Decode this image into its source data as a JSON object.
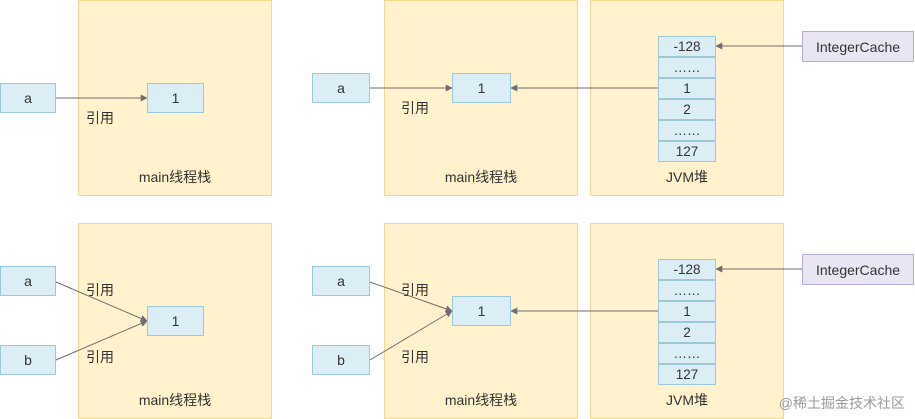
{
  "labels": {
    "stack": "main线程栈",
    "heap": "JVM堆",
    "ref": "引用",
    "cache": "IntegerCache",
    "var_a": "a",
    "var_b": "b",
    "value_one": "1"
  },
  "cache_cells": [
    "-128",
    "……",
    "1",
    "2",
    "……",
    "127"
  ],
  "watermark": "@稀土掘金技术社区",
  "colors": {
    "frame_fill": "#fff2cc",
    "box_fill": "#dbeef6",
    "cache_label_fill": "#e9e5f3",
    "arrow": "#6f6f6f"
  }
}
